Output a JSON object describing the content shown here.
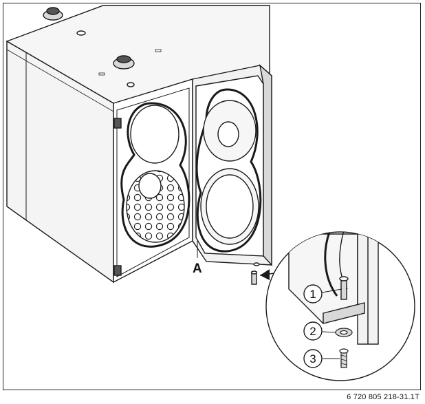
{
  "callouts": {
    "a": "A",
    "c1": "1",
    "c2": "2",
    "c3": "3"
  },
  "figure_code": "6 720 805 218-31.1T",
  "colors": {
    "line": "#1a1a1a",
    "panel": "#f4f4f4",
    "shade": "#d8d8d8",
    "dark": "#555555"
  }
}
